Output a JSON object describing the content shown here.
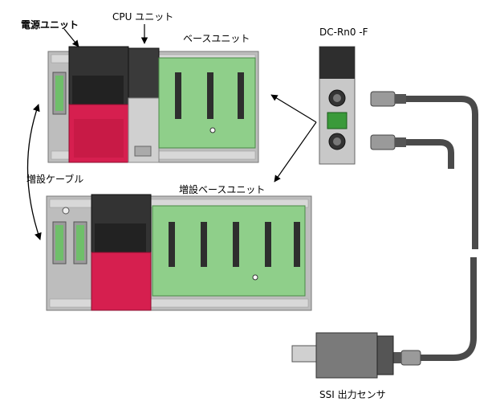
{
  "labels": {
    "power_unit": "電源ユニット",
    "cpu_unit": "CPU ユニット",
    "base_unit": "ベースユニット",
    "module": "DC-Rn0 -F",
    "extension_cable": "増設ケーブル",
    "extension_base_unit": "増設ベースユニット",
    "ssi_sensor": "SSI 出力センサ"
  },
  "colors": {
    "rack_gray": "#c9c9c9",
    "board_green": "#8fcf8a",
    "power_red": "#d61f4f",
    "dark_module": "#333333",
    "cable": "#4a4a4a"
  }
}
